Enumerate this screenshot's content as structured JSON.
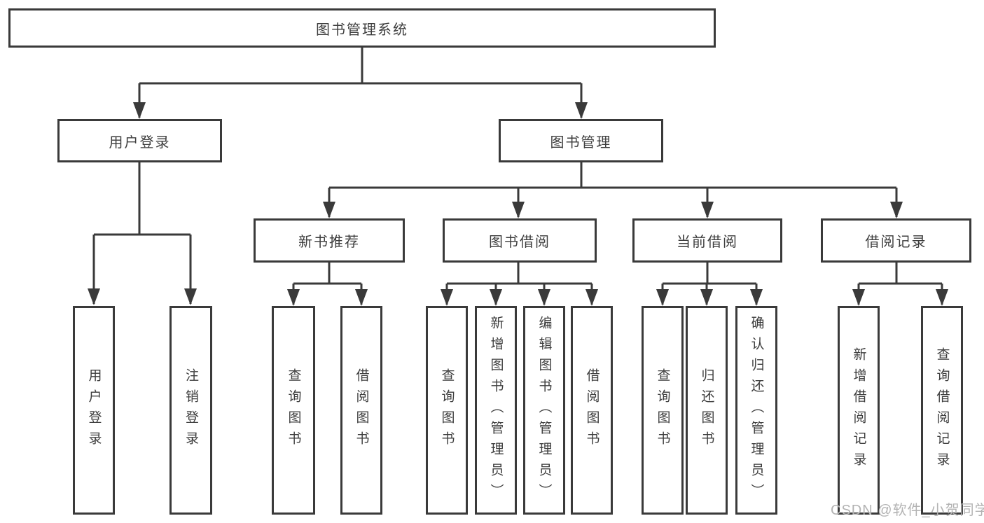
{
  "diagram": {
    "root": "图书管理系统",
    "branches": {
      "user_login": "用户登录",
      "book_management": "图书管理"
    },
    "modules": {
      "new_book_recommend": "新书推荐",
      "book_borrow": "图书借阅",
      "current_borrow": "当前借阅",
      "borrow_records": "借阅记录"
    },
    "leaves": {
      "user_login": "用户登录",
      "logout": "注销登录",
      "nb_query_book": "查询图书",
      "nb_borrow_book": "借阅图书",
      "bb_query_book": "查询图书",
      "bb_add_book": "新增图书（管理员）",
      "bb_edit_book": "编辑图书（管理员）",
      "bb_borrow_book": "借阅图书",
      "cb_query_book": "查询图书",
      "cb_return_book": "归还图书",
      "cb_confirm_return": "确认归还（管理员）",
      "br_add_record": "新增借阅记录",
      "br_query_record": "查询借阅记录"
    }
  },
  "watermark": "CSDN @软件_小贺同学",
  "colors": {
    "line": "#3a3a3a",
    "text": "#3d3d3d",
    "watermark": "#b3b3b3",
    "background": "#ffffff"
  }
}
